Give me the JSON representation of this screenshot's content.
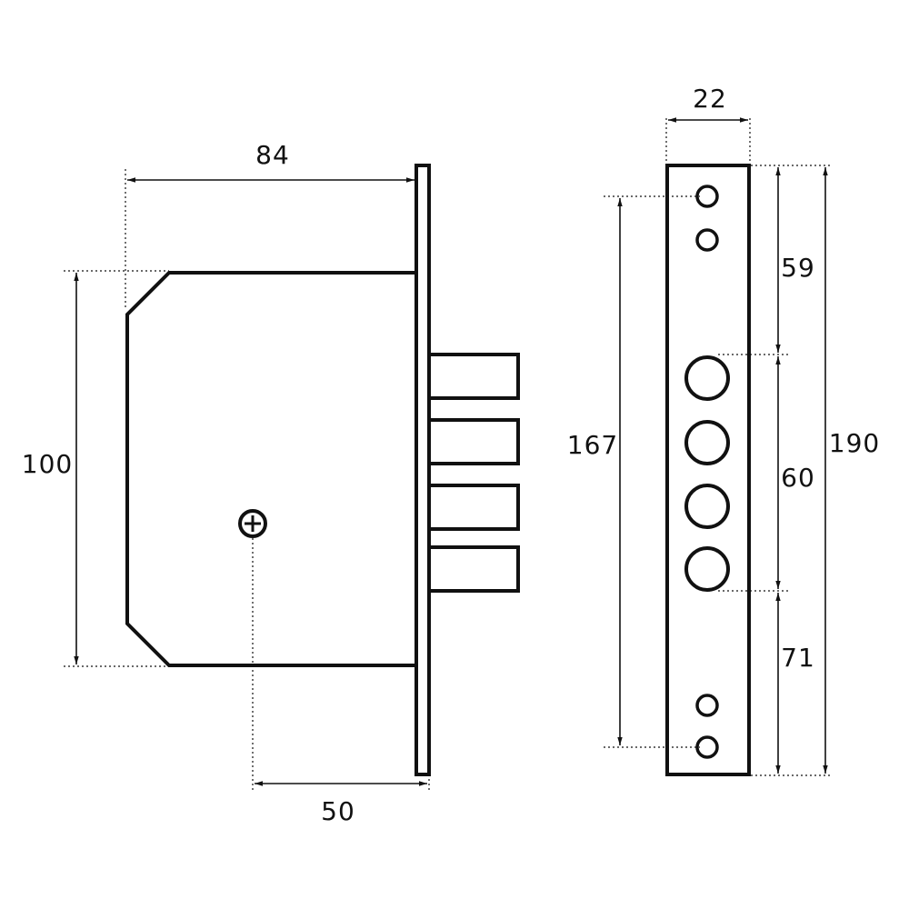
{
  "dimensions": {
    "lock_body_depth": "84",
    "lock_body_height": "100",
    "backset": "50",
    "faceplate_width": "22",
    "faceplate_length": "190",
    "screw_hole_spacing": "167",
    "top_to_bolts": "59",
    "bolt_span": "60",
    "bolts_to_bottom": "71"
  },
  "colors": {
    "line": "#111111",
    "background": "#ffffff"
  },
  "icons": {
    "keyhole": "keyhole-icon"
  }
}
